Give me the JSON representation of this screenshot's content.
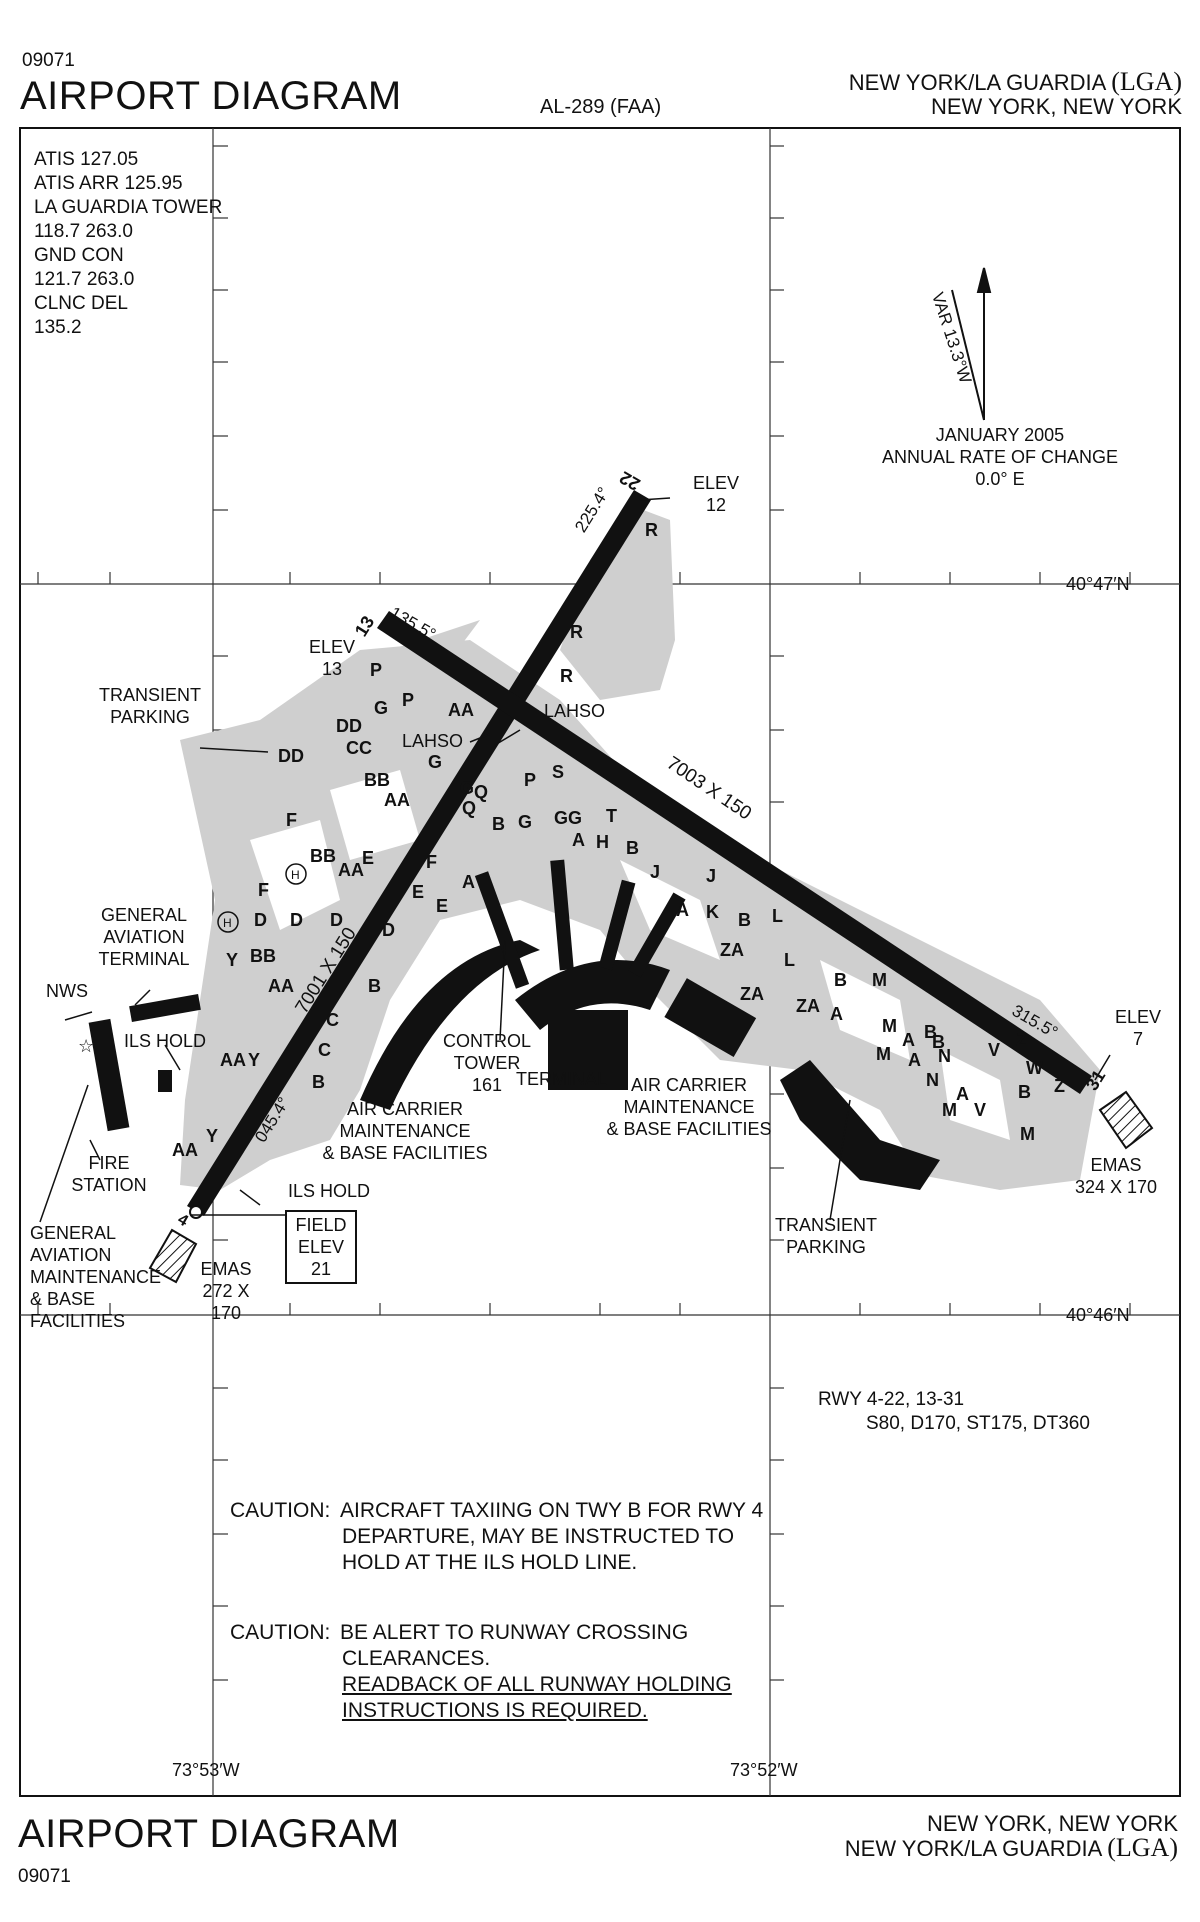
{
  "header": {
    "cycle": "09071",
    "title": "AIRPORT DIAGRAM",
    "chart_id": "AL-289 (FAA)",
    "airport_line": "NEW YORK/LA GUARDIA",
    "airport_code": "(LGA)",
    "city_line": "NEW YORK, NEW YORK"
  },
  "footer": {
    "title": "AIRPORT DIAGRAM",
    "cycle": "09071",
    "city_line": "NEW YORK, NEW YORK",
    "airport_line": "NEW YORK/LA GUARDIA",
    "airport_code": "(LGA)"
  },
  "frequencies": [
    "ATIS 127.05",
    "ATIS ARR 125.95",
    "LA GUARDIA TOWER",
    "118.7  263.0",
    "GND CON",
    "121.7  263.0",
    "CLNC DEL",
    "135.2"
  ],
  "magnetic": {
    "variation": "VAR 13.3°W",
    "date": "JANUARY 2005",
    "rate_label": "ANNUAL RATE OF CHANGE",
    "rate": "0.0° E"
  },
  "coordinates": {
    "lat_north": "40°47′N",
    "lat_south": "40°46′N",
    "lon_west": "73°53′W",
    "lon_east": "73°52′W"
  },
  "runways": {
    "rwy_4_22": {
      "end_a": "4",
      "end_b": "22",
      "dimensions": "7001 X 150",
      "heading_4": "045.4°",
      "heading_22": "225.4°",
      "elev_22_label": "ELEV",
      "elev_22": "12"
    },
    "rwy_13_31": {
      "end_a": "13",
      "end_b": "31",
      "dimensions": "7003 X 150",
      "heading_13": "135.5°",
      "heading_31": "315.5°",
      "elev_13_label": "ELEV",
      "elev_13": "13",
      "elev_31_label": "ELEV",
      "elev_31": "7"
    }
  },
  "labels": {
    "transient_parking_nw": [
      "TRANSIENT",
      "PARKING"
    ],
    "transient_parking_se": [
      "TRANSIENT",
      "PARKING"
    ],
    "general_aviation_terminal": [
      "GENERAL",
      "AVIATION",
      "TERMINAL"
    ],
    "nws": "NWS",
    "ils_hold_1": "ILS HOLD",
    "ils_hold_2": "ILS HOLD",
    "fire_station": [
      "FIRE",
      "STATION"
    ],
    "ga_maintenance": [
      "GENERAL",
      "AVIATION",
      "MAINTENANCE",
      "& BASE",
      "FACILITIES"
    ],
    "emas_4_label": "EMAS",
    "emas_4_size": "272 X 170",
    "emas_31_label": "EMAS",
    "emas_31_size": "324 X 170",
    "field_elev": [
      "FIELD",
      "ELEV",
      "21"
    ],
    "control_tower": [
      "CONTROL",
      "TOWER",
      "161"
    ],
    "terminal": "TERMINAL",
    "air_carrier_w": [
      "AIR CARRIER",
      "MAINTENANCE",
      "& BASE FACILITIES"
    ],
    "air_carrier_e": [
      "AIR CARRIER",
      "MAINTENANCE",
      "& BASE FACILITIES"
    ],
    "lahso_1": "LAHSO",
    "lahso_2": "LAHSO"
  },
  "taxiway_letters": [
    "R",
    "R",
    "R",
    "P",
    "G",
    "P",
    "DD",
    "DD",
    "CC",
    "BB",
    "AA",
    "G",
    "G",
    "AA",
    "Q",
    "P",
    "S",
    "Q",
    "GG",
    "T",
    "H",
    "B",
    "A",
    "G",
    "B",
    "F",
    "A",
    "E",
    "E",
    "F",
    "F",
    "BB",
    "AA",
    "E",
    "D",
    "D",
    "D",
    "D",
    "BB",
    "AA",
    "B",
    "C",
    "C",
    "Y",
    "Y",
    "AA",
    "AA",
    "Y",
    "B",
    "J",
    "J",
    "A",
    "K",
    "B",
    "L",
    "ZA",
    "ZA",
    "L",
    "ZA",
    "A",
    "B",
    "M",
    "M",
    "B",
    "N",
    "M",
    "A",
    "N",
    "V",
    "W",
    "B",
    "Z",
    "M",
    "A",
    "V",
    "M",
    "Z",
    "B",
    "A"
  ],
  "rwy_info": {
    "line1": "RWY 4-22, 13-31",
    "line2": "S80, D170, ST175, DT360"
  },
  "cautions": [
    {
      "heading": "CAUTION:",
      "lines": [
        "AIRCRAFT TAXIING ON TWY B FOR RWY 4",
        "DEPARTURE, MAY BE INSTRUCTED TO",
        "HOLD AT THE ILS HOLD LINE."
      ]
    },
    {
      "heading": "CAUTION:",
      "lines": [
        "BE ALERT TO RUNWAY CROSSING",
        "CLEARANCES."
      ],
      "underlined": [
        "READBACK OF ALL RUNWAY HOLDING",
        "INSTRUCTIONS IS REQUIRED."
      ]
    }
  ]
}
